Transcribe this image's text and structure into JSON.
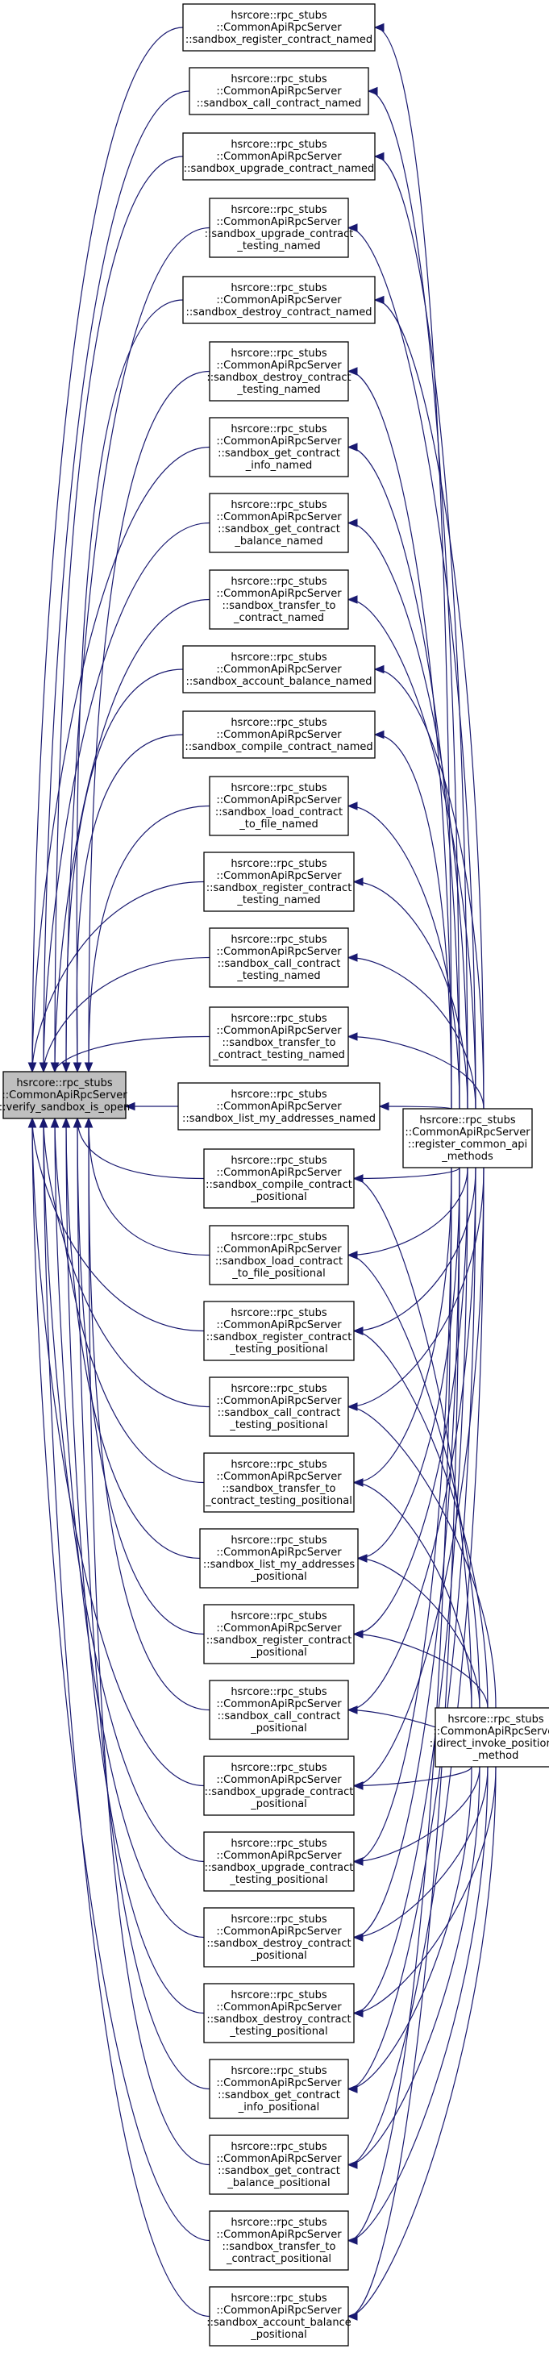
{
  "colors": {
    "edge": "#191970",
    "box_border": "#000000",
    "focus_fill": "#bfbfbf",
    "background": "#ffffff"
  },
  "focus": {
    "id": "verify",
    "lines": [
      "hsrcore::rpc_stubs",
      "::CommonApiRpcServer",
      "::verify_sandbox_is_open"
    ]
  },
  "methods": [
    {
      "id": "m01",
      "lines": [
        "hsrcore::rpc_stubs",
        "::CommonApiRpcServer",
        "::sandbox_register_contract_named"
      ]
    },
    {
      "id": "m02",
      "lines": [
        "hsrcore::rpc_stubs",
        "::CommonApiRpcServer",
        "::sandbox_call_contract_named"
      ]
    },
    {
      "id": "m03",
      "lines": [
        "hsrcore::rpc_stubs",
        "::CommonApiRpcServer",
        "::sandbox_upgrade_contract_named"
      ]
    },
    {
      "id": "m04",
      "lines": [
        "hsrcore::rpc_stubs",
        "::CommonApiRpcServer",
        "::sandbox_upgrade_contract",
        "_testing_named"
      ]
    },
    {
      "id": "m05",
      "lines": [
        "hsrcore::rpc_stubs",
        "::CommonApiRpcServer",
        "::sandbox_destroy_contract_named"
      ]
    },
    {
      "id": "m06",
      "lines": [
        "hsrcore::rpc_stubs",
        "::CommonApiRpcServer",
        "::sandbox_destroy_contract",
        "_testing_named"
      ]
    },
    {
      "id": "m07",
      "lines": [
        "hsrcore::rpc_stubs",
        "::CommonApiRpcServer",
        "::sandbox_get_contract",
        "_info_named"
      ]
    },
    {
      "id": "m08",
      "lines": [
        "hsrcore::rpc_stubs",
        "::CommonApiRpcServer",
        "::sandbox_get_contract",
        "_balance_named"
      ]
    },
    {
      "id": "m09",
      "lines": [
        "hsrcore::rpc_stubs",
        "::CommonApiRpcServer",
        "::sandbox_transfer_to",
        "_contract_named"
      ]
    },
    {
      "id": "m10",
      "lines": [
        "hsrcore::rpc_stubs",
        "::CommonApiRpcServer",
        "::sandbox_account_balance_named"
      ]
    },
    {
      "id": "m11",
      "lines": [
        "hsrcore::rpc_stubs",
        "::CommonApiRpcServer",
        "::sandbox_compile_contract_named"
      ]
    },
    {
      "id": "m12",
      "lines": [
        "hsrcore::rpc_stubs",
        "::CommonApiRpcServer",
        "::sandbox_load_contract",
        "_to_file_named"
      ]
    },
    {
      "id": "m13",
      "lines": [
        "hsrcore::rpc_stubs",
        "::CommonApiRpcServer",
        "::sandbox_register_contract",
        "_testing_named"
      ]
    },
    {
      "id": "m14",
      "lines": [
        "hsrcore::rpc_stubs",
        "::CommonApiRpcServer",
        "::sandbox_call_contract",
        "_testing_named"
      ]
    },
    {
      "id": "m15",
      "lines": [
        "hsrcore::rpc_stubs",
        "::CommonApiRpcServer",
        "::sandbox_transfer_to",
        "_contract_testing_named"
      ]
    },
    {
      "id": "m16",
      "lines": [
        "hsrcore::rpc_stubs",
        "::CommonApiRpcServer",
        "::sandbox_list_my_addresses_named"
      ]
    },
    {
      "id": "m17",
      "lines": [
        "hsrcore::rpc_stubs",
        "::CommonApiRpcServer",
        "::sandbox_compile_contract",
        "_positional"
      ]
    },
    {
      "id": "m18",
      "lines": [
        "hsrcore::rpc_stubs",
        "::CommonApiRpcServer",
        "::sandbox_load_contract",
        "_to_file_positional"
      ]
    },
    {
      "id": "m19",
      "lines": [
        "hsrcore::rpc_stubs",
        "::CommonApiRpcServer",
        "::sandbox_register_contract",
        "_testing_positional"
      ]
    },
    {
      "id": "m20",
      "lines": [
        "hsrcore::rpc_stubs",
        "::CommonApiRpcServer",
        "::sandbox_call_contract",
        "_testing_positional"
      ]
    },
    {
      "id": "m21",
      "lines": [
        "hsrcore::rpc_stubs",
        "::CommonApiRpcServer",
        "::sandbox_transfer_to",
        "_contract_testing_positional"
      ]
    },
    {
      "id": "m22",
      "lines": [
        "hsrcore::rpc_stubs",
        "::CommonApiRpcServer",
        "::sandbox_list_my_addresses",
        "_positional"
      ]
    },
    {
      "id": "m23",
      "lines": [
        "hsrcore::rpc_stubs",
        "::CommonApiRpcServer",
        "::sandbox_register_contract",
        "_positional"
      ]
    },
    {
      "id": "m24",
      "lines": [
        "hsrcore::rpc_stubs",
        "::CommonApiRpcServer",
        "::sandbox_call_contract",
        "_positional"
      ]
    },
    {
      "id": "m25",
      "lines": [
        "hsrcore::rpc_stubs",
        "::CommonApiRpcServer",
        "::sandbox_upgrade_contract",
        "_positional"
      ]
    },
    {
      "id": "m26",
      "lines": [
        "hsrcore::rpc_stubs",
        "::CommonApiRpcServer",
        "::sandbox_upgrade_contract",
        "_testing_positional"
      ]
    },
    {
      "id": "m27",
      "lines": [
        "hsrcore::rpc_stubs",
        "::CommonApiRpcServer",
        "::sandbox_destroy_contract",
        "_positional"
      ]
    },
    {
      "id": "m28",
      "lines": [
        "hsrcore::rpc_stubs",
        "::CommonApiRpcServer",
        "::sandbox_destroy_contract",
        "_testing_positional"
      ]
    },
    {
      "id": "m29",
      "lines": [
        "hsrcore::rpc_stubs",
        "::CommonApiRpcServer",
        "::sandbox_get_contract",
        "_info_positional"
      ]
    },
    {
      "id": "m30",
      "lines": [
        "hsrcore::rpc_stubs",
        "::CommonApiRpcServer",
        "::sandbox_get_contract",
        "_balance_positional"
      ]
    },
    {
      "id": "m31",
      "lines": [
        "hsrcore::rpc_stubs",
        "::CommonApiRpcServer",
        "::sandbox_transfer_to",
        "_contract_positional"
      ]
    },
    {
      "id": "m32",
      "lines": [
        "hsrcore::rpc_stubs",
        "::CommonApiRpcServer",
        "::sandbox_account_balance",
        "_positional"
      ]
    }
  ],
  "callers": [
    {
      "id": "register",
      "lines": [
        "hsrcore::rpc_stubs",
        "::CommonApiRpcServer",
        "::register_common_api",
        "_methods"
      ]
    },
    {
      "id": "direct",
      "lines": [
        "hsrcore::rpc_stubs",
        "::CommonApiRpcServer",
        "::direct_invoke_positional",
        "_method"
      ]
    }
  ]
}
